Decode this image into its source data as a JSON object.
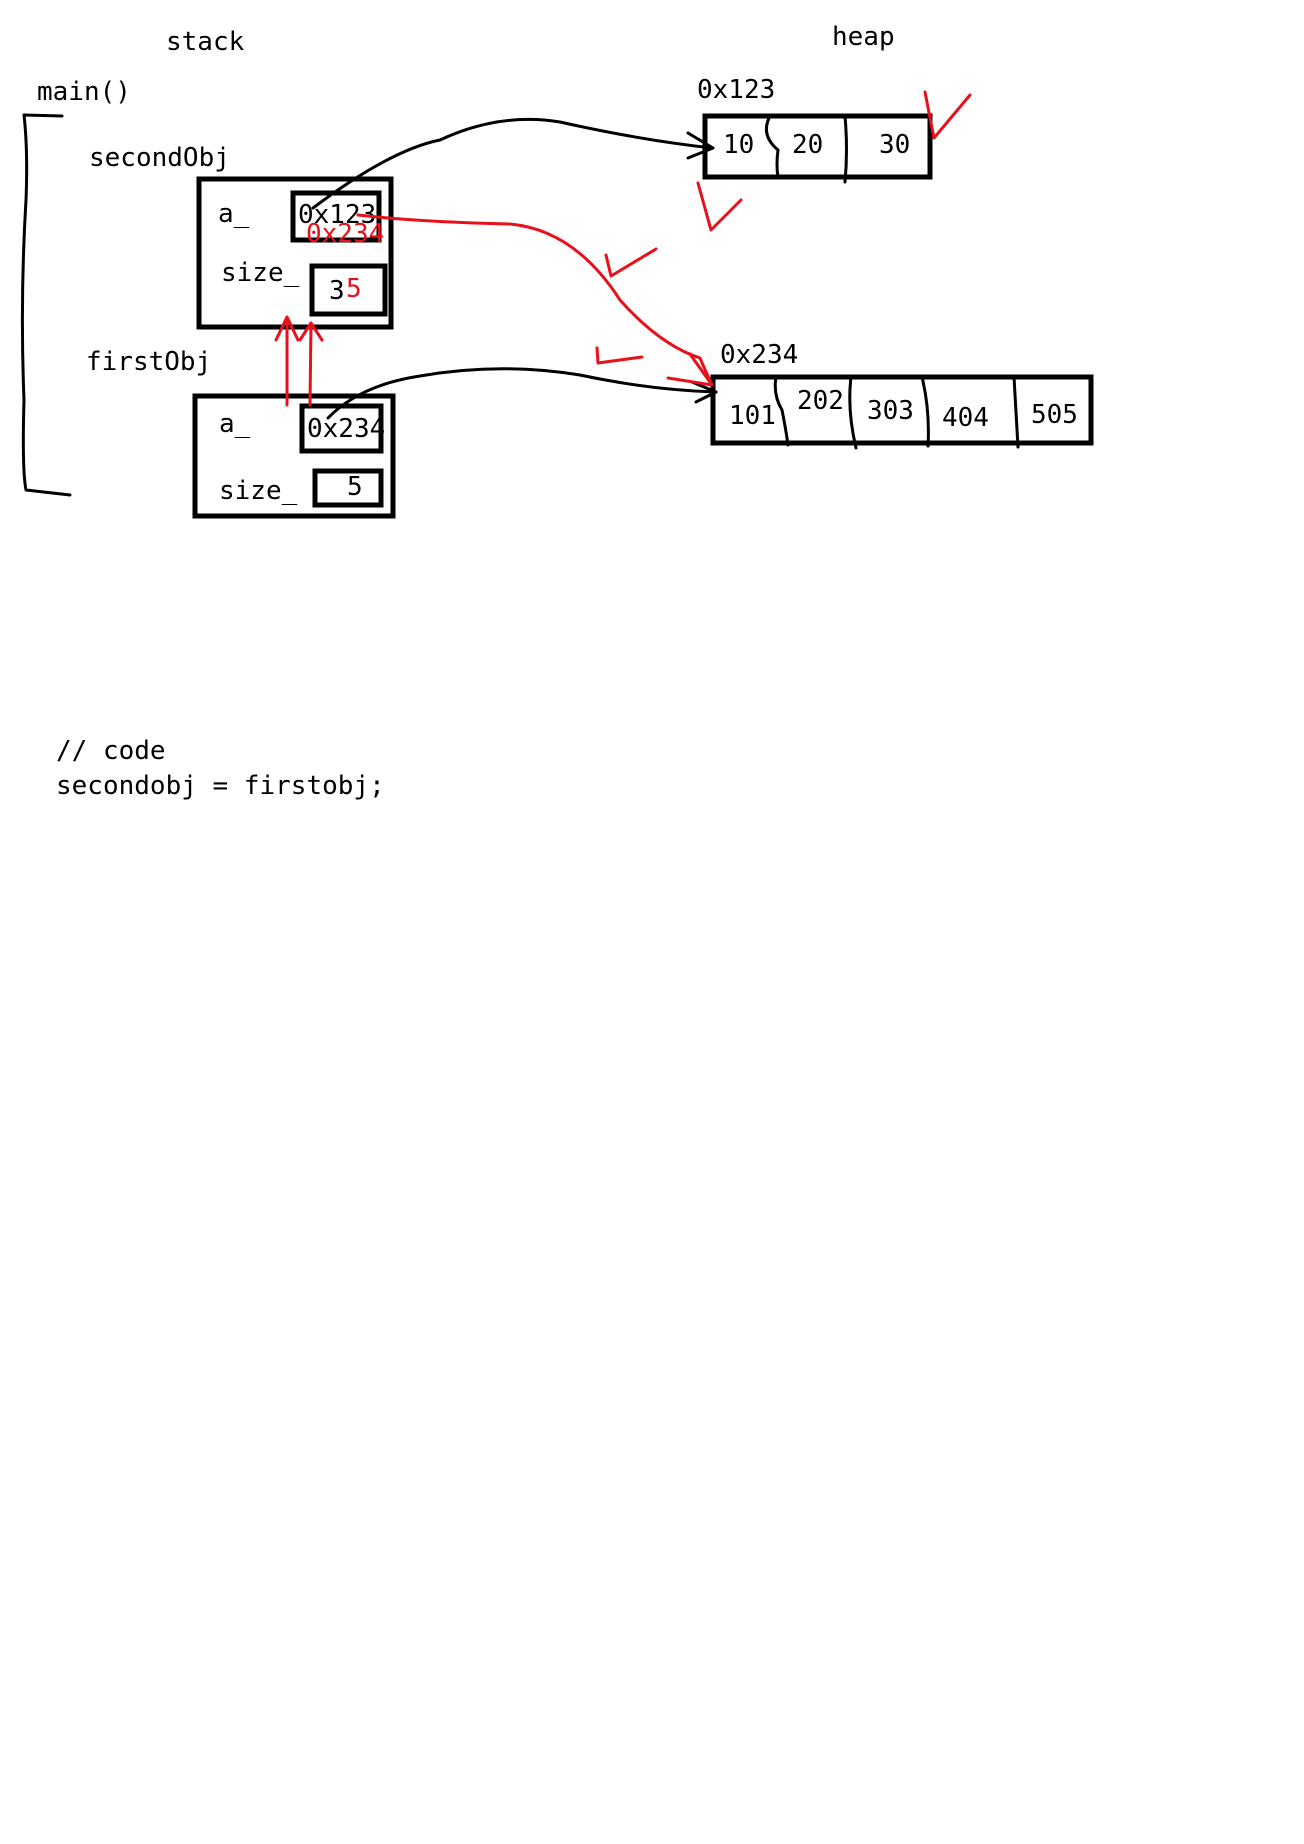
{
  "stack": {
    "title": "stack",
    "frame_label": "main()",
    "second_obj": {
      "name": "secondObj",
      "field_a": "a_",
      "a_value_old": "0x123",
      "a_value_new": "0x234",
      "field_size": "size_",
      "size_old": "3",
      "size_new": "5"
    },
    "first_obj": {
      "name": "firstObj",
      "field_a": "a_",
      "a_value": "0x234",
      "field_size": "size_",
      "size_value": "5"
    }
  },
  "heap": {
    "title": "heap",
    "array_1": {
      "address": "0x123",
      "cells": [
        "10",
        "20",
        "30"
      ]
    },
    "array_2": {
      "address": "0x234",
      "cells": [
        "101",
        "202",
        "303",
        "404",
        "505"
      ]
    }
  },
  "code": {
    "comment": "// code",
    "line": "secondobj = firstobj;"
  },
  "colors": {
    "ink": "#000000",
    "annotation": "#e8101a",
    "background": "#ffffff"
  }
}
